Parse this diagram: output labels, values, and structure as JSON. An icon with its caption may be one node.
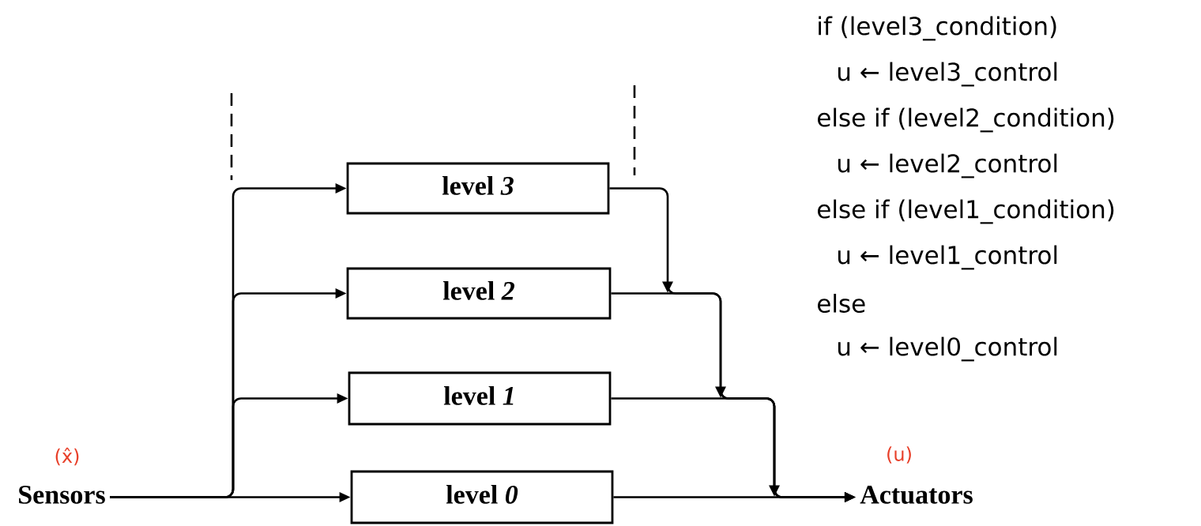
{
  "diagram": {
    "nodes": [
      {
        "text": [
          "Sensors"
        ],
        "beside": [
          "(x̂)"
        ]
      },
      {
        "text": [
          "level *3*"
        ]
      },
      {
        "text": [
          "level *2*"
        ]
      },
      {
        "text": [
          "level *1*"
        ]
      },
      {
        "text": [
          "level *0*"
        ]
      },
      {
        "text": [
          "Actuators"
        ],
        "beside": [
          "(u)"
        ]
      }
    ],
    "edges": [
      {
        "from": 0,
        "to": 1,
        "arrow": "to"
      },
      {
        "from": 0,
        "to": 2,
        "arrow": "to"
      },
      {
        "from": 0,
        "to": 3,
        "arrow": "to"
      },
      {
        "from": 0,
        "to": 4,
        "arrow": "to"
      },
      {
        "from": 1,
        "to": 5,
        "arrow": "to"
      },
      {
        "from": 2,
        "to": 5,
        "arrow": "to"
      },
      {
        "from": 3,
        "to": 5,
        "arrow": "to"
      },
      {
        "from": 4,
        "to": 5,
        "arrow": "to"
      }
    ],
    "labels": [
      "if (level3_condition)",
      "u ← level3_control",
      "else if (level2_condition)",
      "u ← level2_control",
      "else if (level1_condition)",
      "u ← level1_control",
      "else",
      "u ← level0_control"
    ]
  }
}
